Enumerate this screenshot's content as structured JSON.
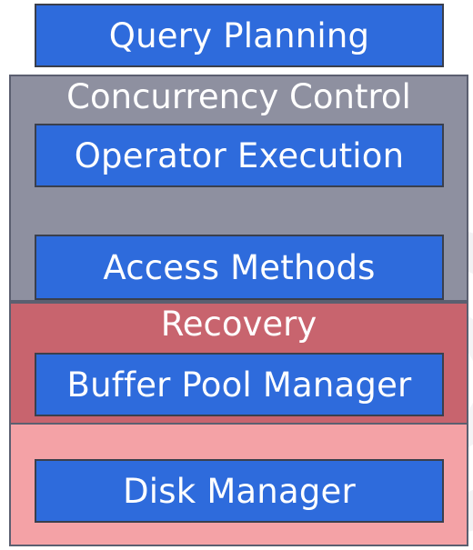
{
  "layers": {
    "query_planning": "Query Planning",
    "concurrency_control": "Concurrency Control",
    "operator_execution": "Operator Execution",
    "access_methods": "Access Methods",
    "recovery": "Recovery",
    "buffer_pool_manager": "Buffer Pool Manager",
    "disk_manager": "Disk Manager"
  },
  "colors": {
    "component_blue": "#2e6bdc",
    "concurrency_gray": "#8e90a0",
    "recovery_dark_red": "#c8646e",
    "recovery_light_red": "#f4a2a6"
  }
}
